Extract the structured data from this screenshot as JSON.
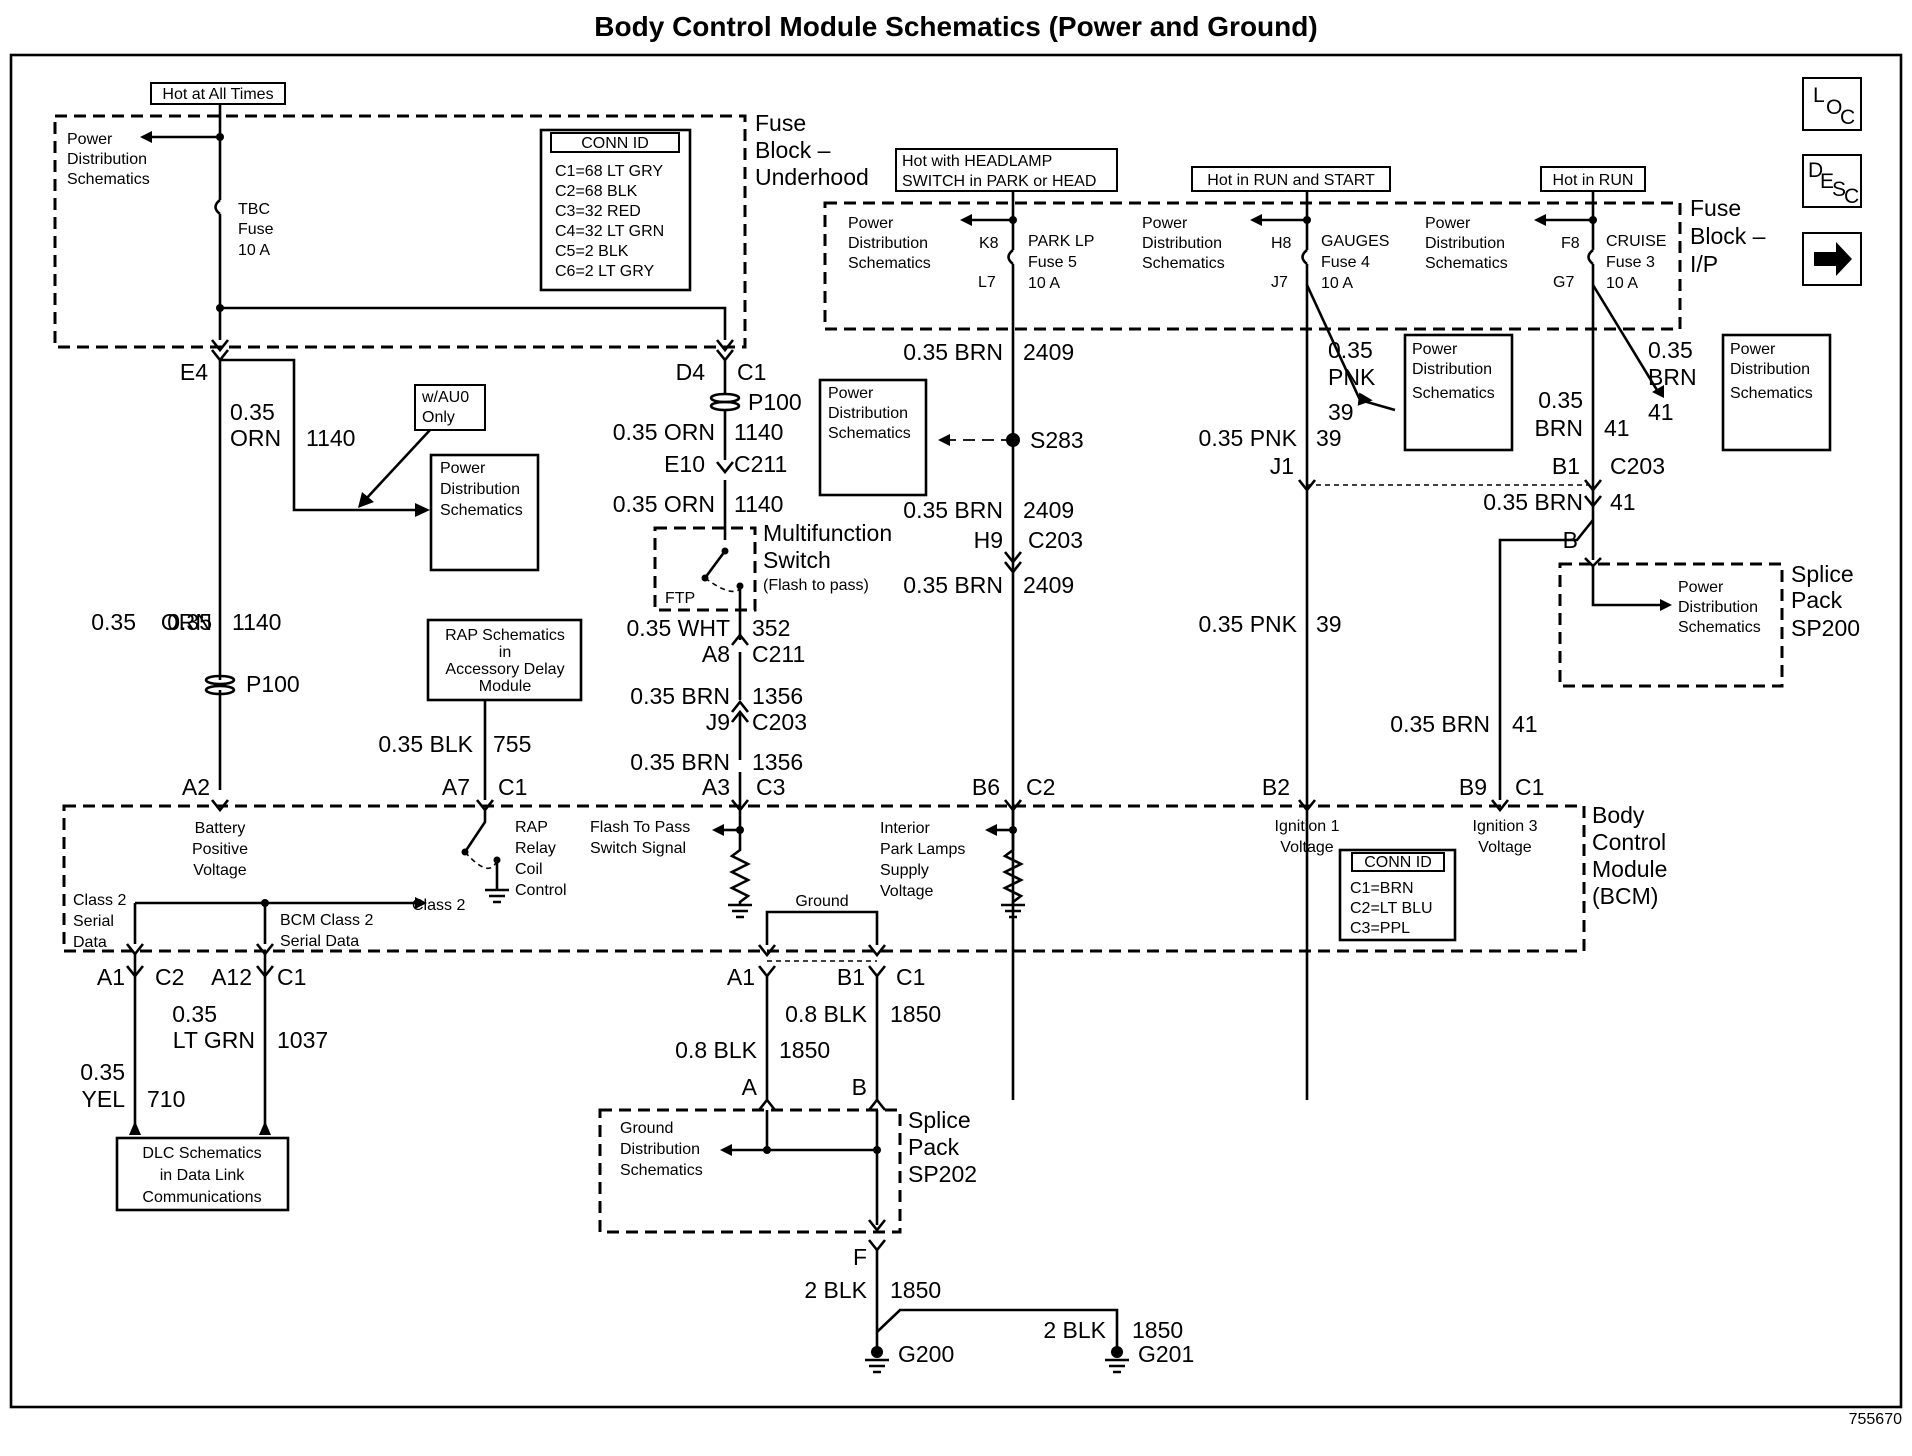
{
  "title": "Body Control Module Schematics (Power and Ground)",
  "figure_number": "755670",
  "labels": {
    "hot_all_times": "Hot at All Times",
    "hot_headlamp_1": "Hot with HEADLAMP",
    "hot_headlamp_2": "SWITCH in PARK or HEAD",
    "hot_run_start": "Hot in RUN and START",
    "hot_run": "Hot in RUN",
    "fuse_block_uh_1": "Fuse",
    "fuse_block_uh_2": "Block –",
    "fuse_block_uh_3": "Underhood",
    "fuse_block_ip_1": "Fuse",
    "fuse_block_ip_2": "Block –",
    "fuse_block_ip_3": "I/P",
    "pds_1": "Power",
    "pds_2": "Distribution",
    "pds_3": "Schematics",
    "tbc_1": "TBC",
    "tbc_2": "Fuse",
    "tbc_3": "10 A",
    "conn_id": "CONN ID",
    "uh_conn": [
      "C1=68 LT GRY",
      "C2=68 BLK",
      "C3=32 RED",
      "C4=32 LT GRN",
      "C5=2 BLK",
      "C6=2 LT GRY"
    ],
    "bcm_conn": [
      "C1=BRN",
      "C2=LT BLU",
      "C3=PPL"
    ],
    "k8": "K8",
    "l7": "L7",
    "park_lp": "PARK LP",
    "fuse5": "Fuse 5",
    "amp10": "10 A",
    "h8": "H8",
    "j7": "J7",
    "gauges": "GAUGES",
    "fuse4": "Fuse 4",
    "f8": "F8",
    "g7": "G7",
    "cruise": "CRUISE",
    "fuse3": "Fuse 3",
    "e4": "E4",
    "d4": "D4",
    "c1": "C1",
    "c2": "C2",
    "c3": "C3",
    "p100": "P100",
    "s283": "S283",
    "e10": "E10",
    "c211": "C211",
    "h9": "H9",
    "c203": "C203",
    "j1": "J1",
    "b1": "B1",
    "b": "B",
    "a8": "A8",
    "j9": "J9",
    "a3": "A3",
    "a2": "A2",
    "a7": "A7",
    "b6": "B6",
    "b2": "B2",
    "b9": "B9",
    "a1": "A1",
    "a12": "A12",
    "a": "A",
    "f": "F",
    "w_035": "0.35",
    "w_08": "0.8",
    "w_2": "2",
    "orn": "ORN",
    "n1140": "1140",
    "pnk": "PNK",
    "n39": "39",
    "brn": "BRN",
    "n41": "41",
    "n2409": "2409",
    "n1356": "1356",
    "wht": "WHT",
    "n352": "352",
    "blk": "BLK",
    "n755": "755",
    "lt_grn": "LT GRN",
    "n1037": "1037",
    "yel": "YEL",
    "n710": "710",
    "n1850": "1850",
    "wau0_1": "w/AU0",
    "wau0_2": "Only",
    "mfs_1": "Multifunction",
    "mfs_2": "Switch",
    "mfs_3": "(Flash to pass)",
    "ftp": "FTP",
    "rap_1": "RAP  Schematics",
    "rap_2": "in",
    "rap_3": "Accessory  Delay",
    "rap_4": "Module",
    "splice_1": "Splice",
    "splice_2": "Pack",
    "sp200": "SP200",
    "sp202": "SP202",
    "bcm_1": "Body",
    "bcm_2": "Control",
    "bcm_3": "Module",
    "bcm_4": "(BCM)",
    "bpv_1": "Battery",
    "bpv_2": "Positive",
    "bpv_3": "Voltage",
    "rap_relay_1": "RAP",
    "rap_relay_2": "Relay",
    "rap_relay_3": "Coil",
    "rap_relay_4": "Control",
    "ftp_sig_1": "Flash To Pass",
    "ftp_sig_2": "Switch Signal",
    "ipl_1": "Interior",
    "ipl_2": "Park Lamps",
    "ipl_3": "Supply",
    "ipl_4": "Voltage",
    "ign1_1": "Ignition 1",
    "ign1_2": "Voltage",
    "ign3_1": "Ignition 3",
    "ign3_2": "Voltage",
    "class2_1": "Class 2",
    "class2_2": "Serial",
    "class2_3": "Data",
    "bcm_class2_1": "BCM Class 2",
    "bcm_class2_2": "Serial Data",
    "class2": "Class 2",
    "ground": "Ground",
    "gds_1": "Ground",
    "gds_2": "Distribution",
    "gds_3": "Schematics",
    "dlc_1": "DLC Schematics",
    "dlc_2": "in Data Link",
    "dlc_3": "Communications",
    "g200": "G200",
    "g201": "G201",
    "loc_1": "L",
    "loc_2": "O",
    "loc_3": "C",
    "desc_1": "D",
    "desc_2": "E",
    "desc_3": "S",
    "desc_4": "C"
  }
}
